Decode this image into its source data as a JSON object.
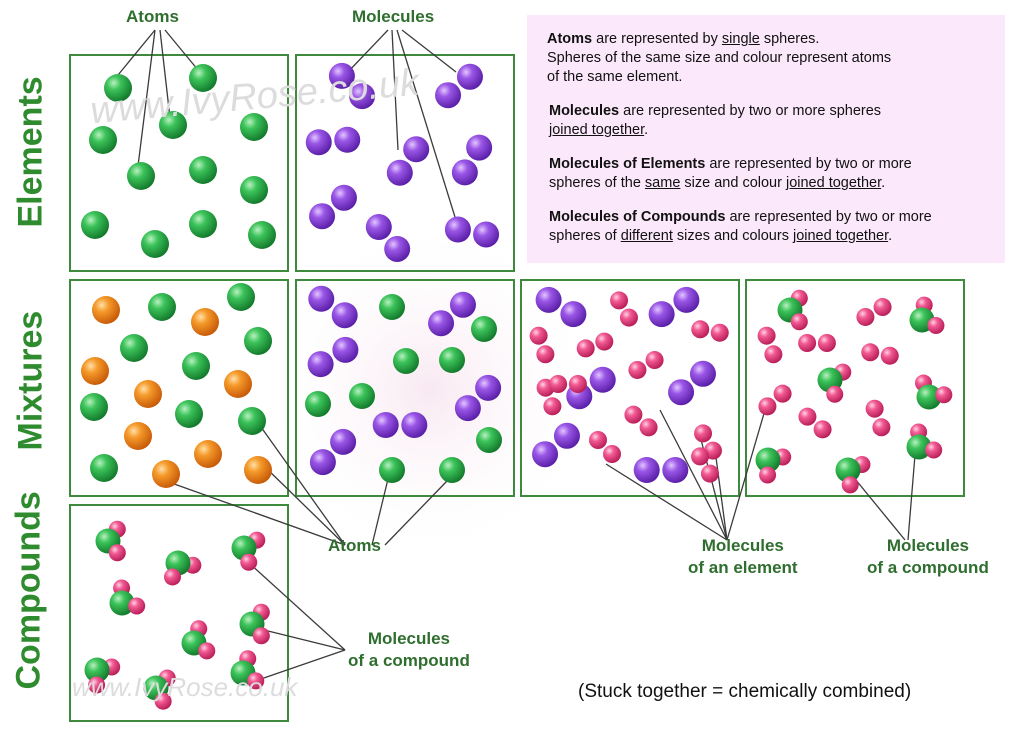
{
  "row_labels": {
    "elements": "Elements",
    "mixtures": "Mixtures",
    "compounds": "Compounds"
  },
  "top_labels": {
    "atoms": "Atoms",
    "molecules": "Molecules"
  },
  "callouts": {
    "atoms": "Atoms",
    "molecules_element_line1": "Molecules",
    "molecules_element_line2": "of an element",
    "molecules_compound_right_line1": "Molecules",
    "molecules_compound_right_line2": "of a compound",
    "molecules_compound_bottom_line1": "Molecules",
    "molecules_compound_bottom_line2": "of a compound"
  },
  "info": {
    "p1_bold": "Atoms",
    "p1_a": " are represented by ",
    "p1_u": "single",
    "p1_b": " spheres.",
    "p1_line2": "Spheres of the same size and colour represent atoms",
    "p1_line3": "of the same element.",
    "p2_bold": "Molecules",
    "p2_a": " are represented by two or more spheres",
    "p2_u": "joined together",
    "p2_b": ".",
    "p3_bold": "Molecules of Elements",
    "p3_a": " are represented by two or more",
    "p3_b": "spheres of the ",
    "p3_u1": "same",
    "p3_c": " size and colour  ",
    "p3_u2": "joined together",
    "p3_d": ".",
    "p4_bold": "Molecules of Compounds",
    "p4_a": " are represented by two or more",
    "p4_b": "spheres of ",
    "p4_u1": "different",
    "p4_c": " sizes and colours  ",
    "p4_u2": "joined together",
    "p4_d": "."
  },
  "footnote": "(Stuck together = chemically combined)",
  "watermarks": {
    "top": "www.IvyRose.co.uk",
    "bottom": "www.IvyRose.co.uk"
  },
  "colors": {
    "box_border": "#3d8a3d",
    "label_green": "#2e8b2e",
    "atom_green": "#2fa84a",
    "atom_orange": "#f28a1e",
    "molecule_purple": "#8f4fd9",
    "atom_pink": "#ef4f87",
    "info_bg": "#fbe9fb"
  }
}
